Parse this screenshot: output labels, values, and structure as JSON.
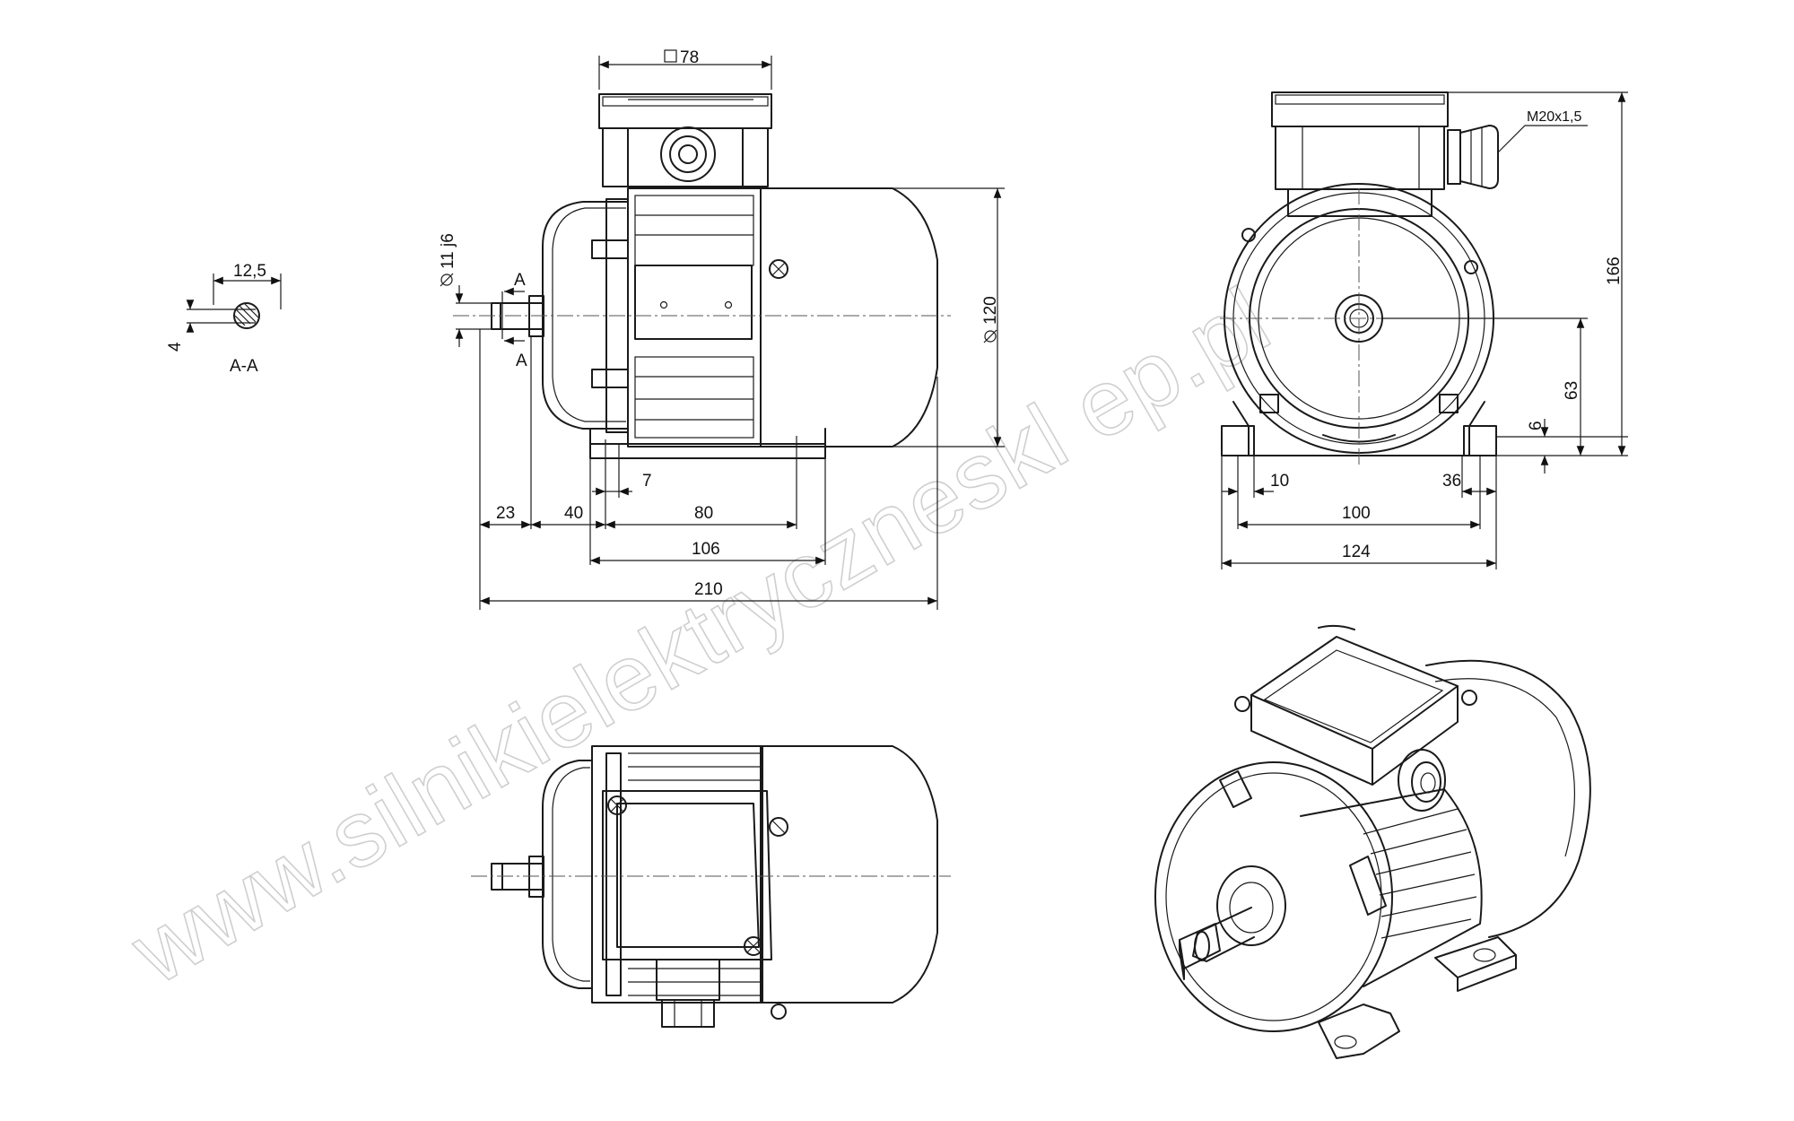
{
  "section": {
    "label": "A-A",
    "width": "12,5",
    "height": "4"
  },
  "side_view": {
    "box_width": "78",
    "shaft_dia": "11 j6",
    "section_mark": "A",
    "body_dia": "120",
    "dims": {
      "a": "23",
      "b": "40",
      "c": "7",
      "d": "80",
      "e": "106",
      "f": "210"
    }
  },
  "front_view": {
    "thread": "M20x1,5",
    "dims": {
      "h_total": "166",
      "h_axis": "63",
      "foot": "6",
      "slot": "10",
      "edge": "36",
      "holes": "100",
      "base": "124"
    }
  },
  "watermark": "www.silnikielektryczneskl ep.pl"
}
